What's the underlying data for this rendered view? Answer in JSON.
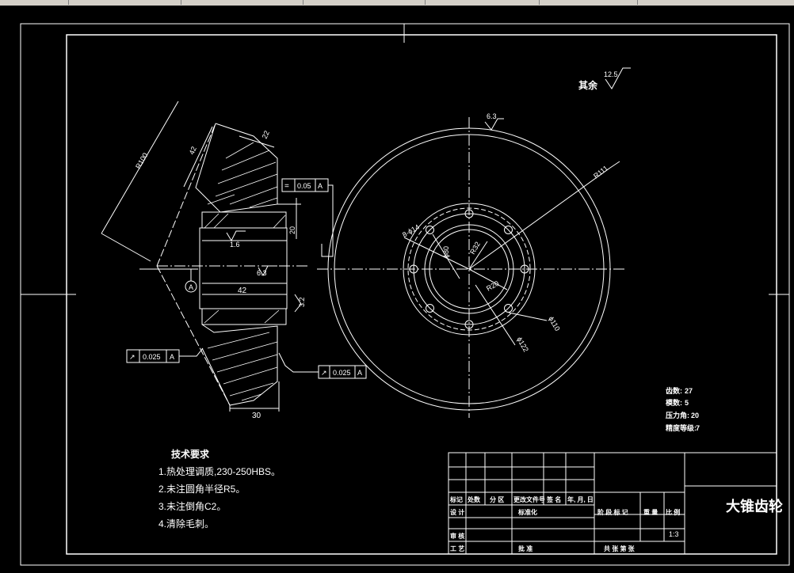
{
  "drawing": {
    "title": "大锥齿轮",
    "roughness_note": {
      "label": "其余",
      "value": "12.5"
    },
    "top_roughness": "6.3",
    "dims_side": {
      "r100": "R100",
      "d42_top": "42",
      "d22": "22",
      "d20": "20",
      "d16": "1.6",
      "d63_mid": "6.3",
      "d42_bore": "42",
      "d32": "3.2",
      "d30": "30",
      "datum": "A"
    },
    "dims_front": {
      "r111": "R111",
      "r32": "R32",
      "r20": "R20",
      "phi110": "ϕ110",
      "phi122": "ϕ122",
      "d8": "8-ϕ14",
      "key": "ϕ80"
    },
    "tolerances": [
      {
        "symbol": "=",
        "value": "0.05",
        "datum": "A"
      },
      {
        "symbol": "↗",
        "value": "0.025",
        "datum": "A"
      },
      {
        "symbol": "↗",
        "value": "0.025",
        "datum": "A"
      }
    ],
    "gear_params": [
      {
        "label": "齿数:",
        "value": "27"
      },
      {
        "label": "模数:",
        "value": "5"
      },
      {
        "label": "压力角:",
        "value": "20"
      },
      {
        "label": "精度等级:",
        "value": "7"
      }
    ],
    "tech_requirements": {
      "heading": "技术要求",
      "items": [
        "1.热处理调质,230-250HBS。",
        "2.未注圆角半径R5。",
        "3.未注倒角C2。",
        "4.清除毛刺。"
      ]
    },
    "title_block": {
      "row_labels": [
        "标记",
        "处数",
        "分 区",
        "更改文件号",
        "签 名",
        "年, 月, 日"
      ],
      "design": "设 计",
      "standard": "标准化",
      "check": "审 核",
      "process": "工 艺",
      "approve": "批 准",
      "stage": "阶 段 标 记",
      "weight": "重 量",
      "scale_label": "比 例",
      "scale": "1:3",
      "sheets": "共    张   第    张"
    }
  }
}
